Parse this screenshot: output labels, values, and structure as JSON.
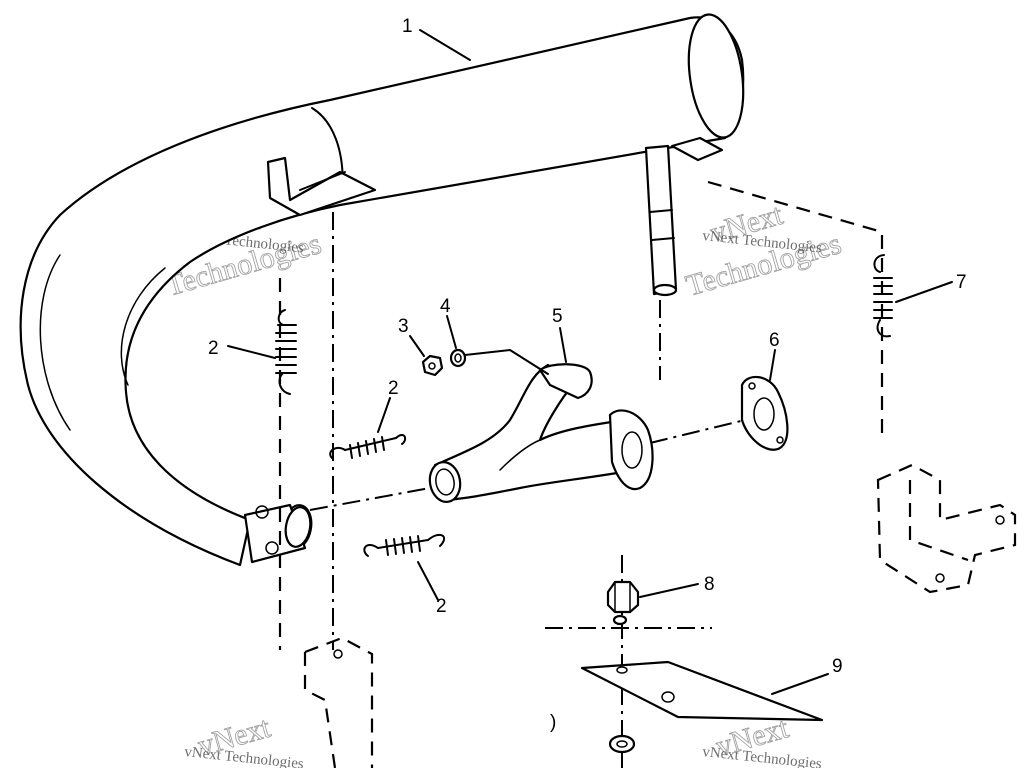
{
  "diagram": {
    "callouts": [
      {
        "id": "1",
        "label": "1"
      },
      {
        "id": "2a",
        "label": "2"
      },
      {
        "id": "2b",
        "label": "2"
      },
      {
        "id": "2c",
        "label": "2"
      },
      {
        "id": "3",
        "label": "3"
      },
      {
        "id": "4",
        "label": "4"
      },
      {
        "id": "5",
        "label": "5"
      },
      {
        "id": "6",
        "label": "6"
      },
      {
        "id": "7",
        "label": "7"
      },
      {
        "id": "8",
        "label": "8"
      },
      {
        "id": "9",
        "label": "9"
      },
      {
        "id": "10",
        "label": ")"
      }
    ],
    "watermark": {
      "brand": "vNext",
      "company": "Technologies",
      "full": "vNext Technologies"
    }
  }
}
